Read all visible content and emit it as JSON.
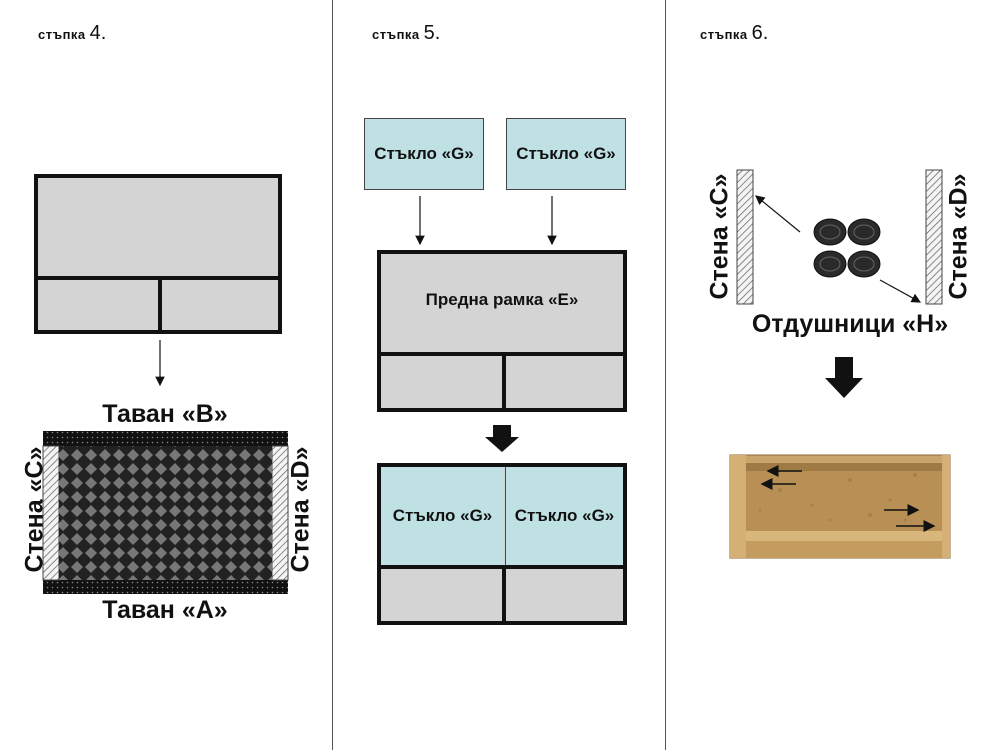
{
  "steps": [
    {
      "word": "стъпка",
      "number": "4."
    },
    {
      "word": "стъпка",
      "number": "5."
    },
    {
      "word": "стъпка",
      "number": "6."
    }
  ],
  "panel4": {
    "ceiling_top": "Таван «B»",
    "ceiling_bottom": "Таван «A»",
    "wall_left": "Стена «C»",
    "wall_right": "Стена «D»"
  },
  "panel5": {
    "glass": "Стъкло «G»",
    "front_frame": "Предна рамка «E»"
  },
  "panel6": {
    "wall_left": "Стена «C»",
    "wall_right": "Стена «D»",
    "vents": "Отдушници «H»"
  },
  "colors": {
    "panel_gray": "#d4d4d4",
    "glass_blue": "#bfe1e3",
    "outline": "#111111",
    "wood": "#c9a46b"
  }
}
